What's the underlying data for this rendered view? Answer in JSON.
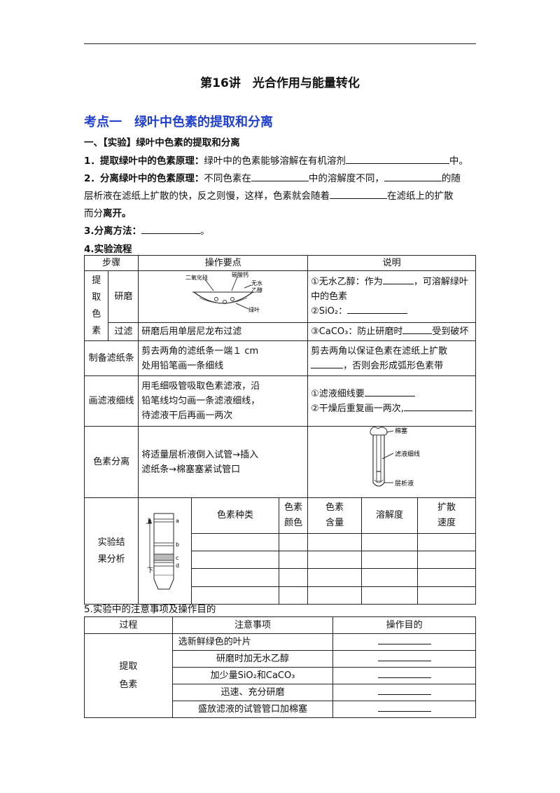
{
  "doc": {
    "title": "第16讲　光合作用与能量转化",
    "section": "考点一　绿叶中色素的提取和分离",
    "subhead": "一、【实验】绿叶中色素的提取和分离",
    "p1_label": "1．提取绿叶中的色素原理：",
    "p1_text": "绿叶中的色素能够溶解在有机溶剂",
    "p1_end": "中。",
    "p2_label": "2．分离绿叶中的色素原理：",
    "p2_a": "不同色素在",
    "p2_b": "中的溶解度不同，",
    "p2_c": "的随",
    "p2_line2a": "层析液在滤纸上扩散的快，反之则慢，这样，色素就会随着",
    "p2_line2b": "在滤纸上的扩散",
    "p2_line3a": "而分",
    "p2_line3b": "离开。",
    "p3_label": "3.分离方法：",
    "p3_end": "。",
    "p4_label": "4.实验流程",
    "p5_label": "5.实验中的注意事项及操作目的"
  },
  "table1": {
    "h_step": "步骤",
    "h_ops": "操作要点",
    "h_desc": "说明",
    "row_extract": "提取\n色素",
    "grind": "研磨",
    "grind_fig": {
      "l1": "碳酸钙",
      "l2": "二氧化硅",
      "l3": "无水",
      "l4": "乙醇",
      "l5": "绿叶"
    },
    "grind_d1": "①无水乙醇：作为",
    "grind_d1b": "，可溶解绿叶",
    "grind_d2": "中的色素",
    "grind_d3": "②SiO₂：",
    "filter": "过滤",
    "filter_op": "研磨后用单层尼龙布过滤",
    "filter_d": "③CaCO₃：防止研磨时",
    "filter_d_b": "受到破坏",
    "strip": "制备滤纸条",
    "strip_op1": "剪去两角的滤纸条一端１ cm",
    "strip_op2": "处用铅笔画一条细线",
    "strip_d1": "剪去两角以保证色素在滤纸上扩散",
    "strip_d2": "，否则会形成弧形色素带",
    "line": "画滤液细线",
    "line_op1": "用毛细吸管吸取色素滤液，沿",
    "line_op2": "铅笔线均匀画一条滤液细线，",
    "line_op3": "待滤液干后再画一两次",
    "line_d1": "①滤液细线要",
    "line_d2": "②干燥后重复画一两次,",
    "sep": "色素分离",
    "sep_op1": "将适量层析液倒入试管→插入",
    "sep_op2": "滤纸条→棉塞塞紧试管口",
    "sep_fig": {
      "l1": "棉塞",
      "l2": "滤液细线",
      "l3": "层析液"
    },
    "result": "实验结\n果分析",
    "result_fig": {
      "up": "上",
      "down": "下",
      "a": "a",
      "b": "b",
      "c": "c",
      "d": "d"
    },
    "rh_kind": "色素种类",
    "rh_color": "色素\n颜色",
    "rh_amount": "色素\n含量",
    "rh_sol": "溶解度",
    "rh_speed": "扩散\n速度"
  },
  "table2": {
    "h1": "过程",
    "h2": "注意事项",
    "h3": "操作目的",
    "group": "提取\n色素",
    "rows": [
      "选新鲜绿色的叶片",
      "研磨时加无水乙醇",
      "加少量SiO₂和CaCO₃",
      "迅速、充分研磨",
      "盛放滤液的试管管口加棉塞"
    ]
  }
}
